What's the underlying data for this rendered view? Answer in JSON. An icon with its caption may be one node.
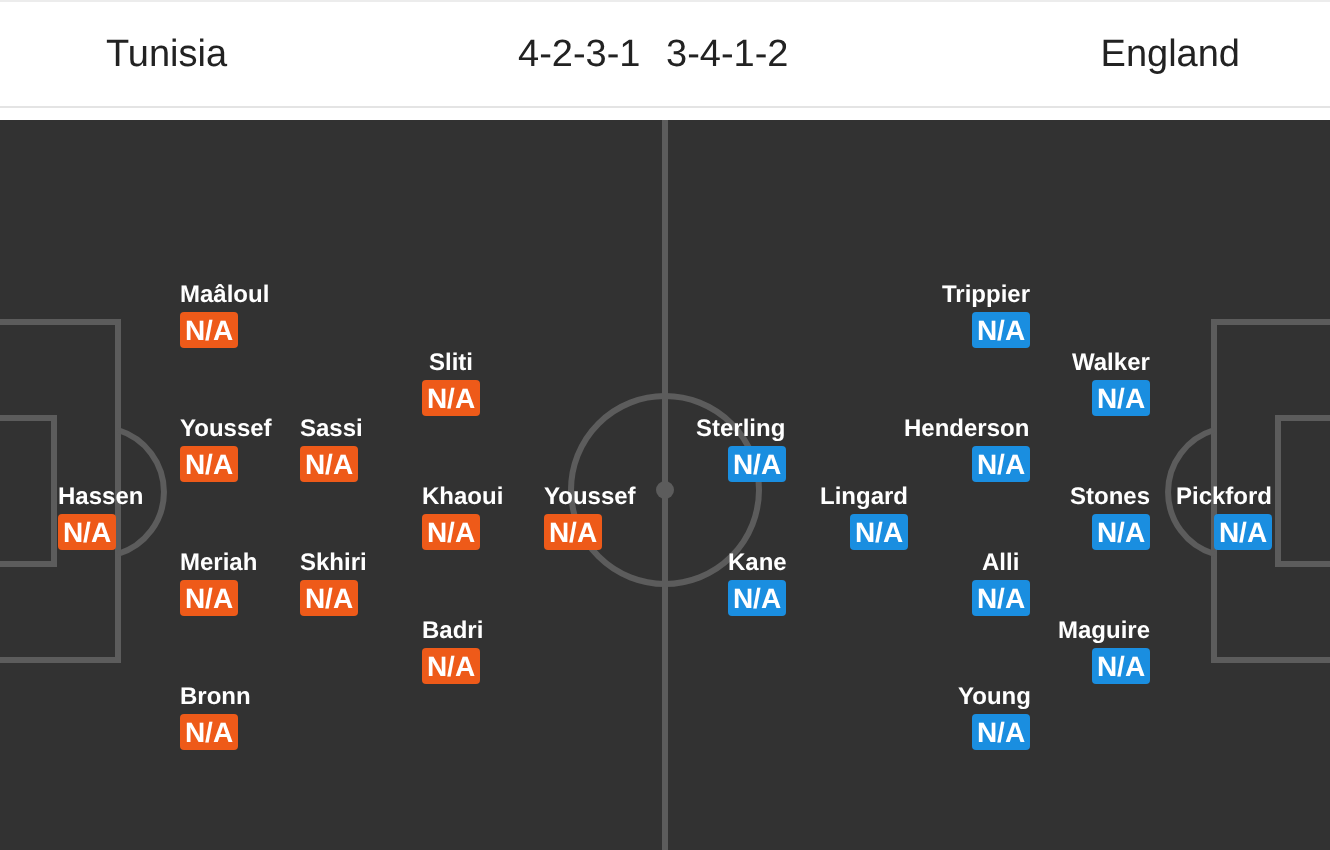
{
  "diagram": {
    "nodes": [
      {
        "text": [
          "Hassen",
          "N/A"
        ]
      },
      {
        "text": [
          "Maâloul",
          "N/A"
        ]
      },
      {
        "text": [
          "Youssef",
          "N/A"
        ]
      },
      {
        "text": [
          "Meriah",
          "N/A"
        ]
      },
      {
        "text": [
          "Bronn",
          "N/A"
        ]
      },
      {
        "text": [
          "Sassi",
          "N/A"
        ]
      },
      {
        "text": [
          "Skhiri",
          "N/A"
        ]
      },
      {
        "text": [
          "Sliti",
          "N/A"
        ]
      },
      {
        "text": [
          "Khaoui",
          "N/A"
        ]
      },
      {
        "text": [
          "Badri",
          "N/A"
        ]
      },
      {
        "text": [
          "Youssef",
          "N/A"
        ]
      },
      {
        "text": [
          "Pickford",
          "N/A"
        ]
      },
      {
        "text": [
          "Walker",
          "N/A"
        ]
      },
      {
        "text": [
          "Stones",
          "N/A"
        ]
      },
      {
        "text": [
          "Maguire",
          "N/A"
        ]
      },
      {
        "text": [
          "Trippier",
          "N/A"
        ]
      },
      {
        "text": [
          "Henderson",
          "N/A"
        ]
      },
      {
        "text": [
          "Alli",
          "N/A"
        ]
      },
      {
        "text": [
          "Young",
          "N/A"
        ]
      },
      {
        "text": [
          "Lingard",
          "N/A"
        ]
      },
      {
        "text": [
          "Sterling",
          "N/A"
        ]
      },
      {
        "text": [
          "Kane",
          "N/A"
        ]
      }
    ],
    "labels": [
      "Tunisia",
      "4-2-3-1",
      "3-4-1-2",
      "England"
    ]
  }
}
